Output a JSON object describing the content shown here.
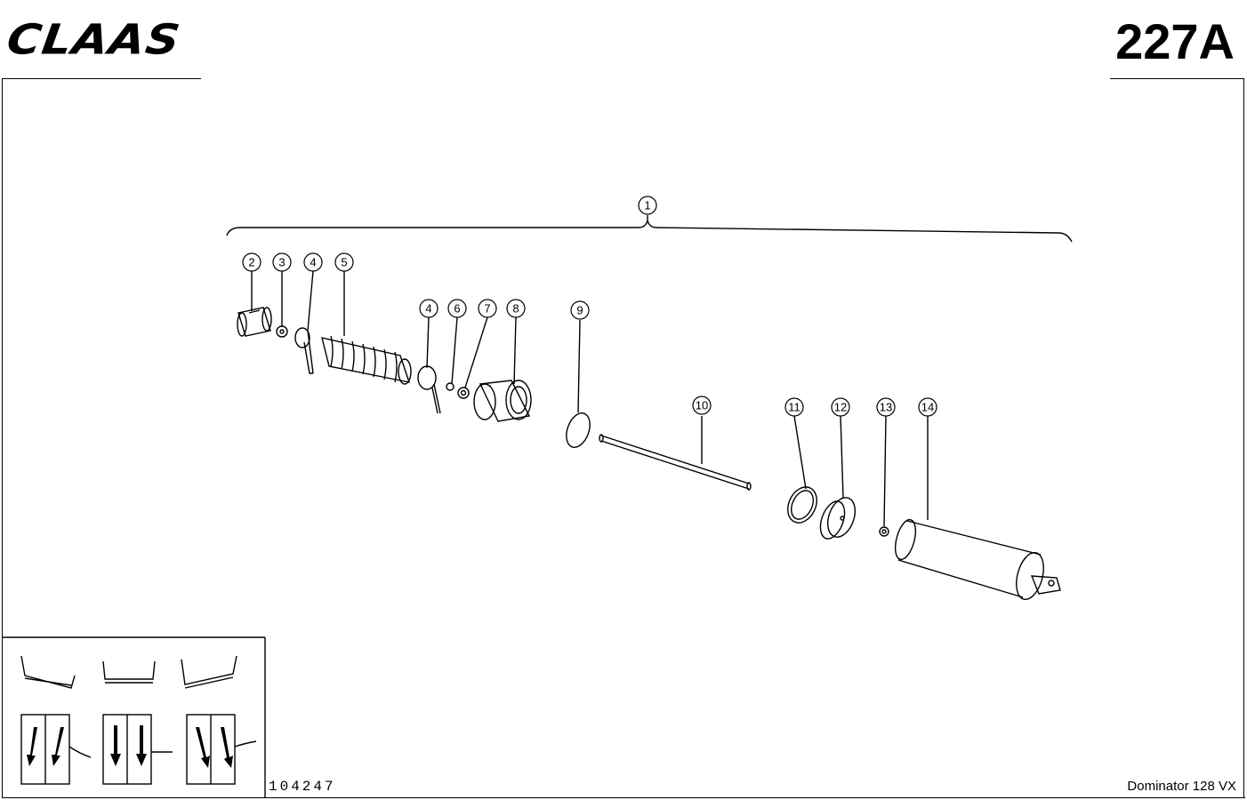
{
  "header": {
    "brand_logo": "CLAAS",
    "sheet_number": "227A"
  },
  "footer": {
    "drawing_number": "104247",
    "model_name": "Dominator 128 VX"
  },
  "callouts": [
    "1",
    "2",
    "3",
    "4",
    "5",
    "4",
    "6",
    "7",
    "8",
    "9",
    "10",
    "11",
    "12",
    "13",
    "14"
  ],
  "icons": {
    "logo": "claas-logo",
    "orientation_panel": "machine-orientation-thumbnails"
  }
}
